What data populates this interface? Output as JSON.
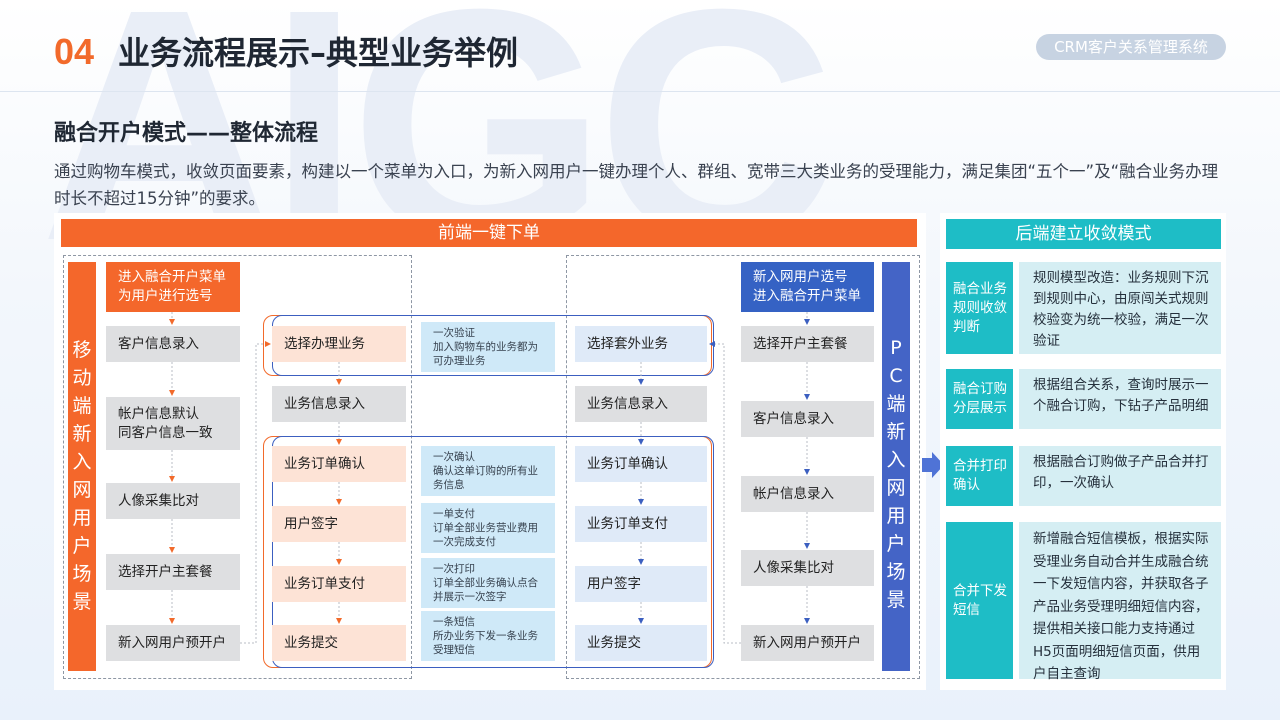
{
  "header": {
    "number": "04",
    "title": "业务流程展示–典型业务举例",
    "badge": "CRM客户关系管理系统"
  },
  "section": {
    "subtitle": "融合开户模式——整体流程",
    "description": "通过购物车模式，收敛页面要素，构建以一个菜单为入口，为新入网用户一键办理个人、群组、宽带三大类业务的受理能力，满足集团“五个一”及“融合业务办理时长不超过15分钟”的要求。"
  },
  "frontend": {
    "title": "前端一键下单",
    "mobile": {
      "side_label": "移动端新入网用户场景",
      "entry": "进入融合开户菜单\n为用户进行选号",
      "steps": [
        "客户信息录入",
        "帐户信息默认\n同客户信息一致",
        "人像采集比对",
        "选择开户主套餐",
        "新入网用户预开户"
      ]
    },
    "middle_left": [
      "选择办理业务",
      "业务信息录入",
      "业务订单确认",
      "用户签字",
      "业务订单支付",
      "业务提交"
    ],
    "notes": [
      "一次验证\n加入购物车的业务都为\n可办理业务",
      "一次确认\n确认这单订购的所有业\n务信息",
      "一单支付\n订单全部业务营业费用\n一次完成支付",
      "一次打印\n订单全部业务确认点合\n并展示一次签字",
      "一条短信\n所办业务下发一条业务\n受理短信"
    ],
    "middle_right": [
      "选择套外业务",
      "业务信息录入",
      "业务订单确认",
      "业务订单支付",
      "用户签字",
      "业务提交"
    ],
    "pc": {
      "side_label": "PC端新入网用户场景",
      "entry": "新入网用户选号\n进入融合开户菜单",
      "steps": [
        "选择开户主套餐",
        "客户信息录入",
        "帐户信息录入",
        "人像采集比对",
        "新入网用户预开户"
      ]
    }
  },
  "backend": {
    "title": "后端建立收敛模式",
    "rows": [
      {
        "label": "融合业务\n规则收敛\n判断",
        "text": "规则模型改造：业务规则下沉到规则中心，由原闯关式规则校验变为统一校验，满足一次验证"
      },
      {
        "label": "融合订购\n分层展示",
        "text": "根据组合关系，查询时展示一个融合订购，下钻子产品明细"
      },
      {
        "label": "合并打印\n确认",
        "text": "根据融合订购做子产品合并打印，一次确认"
      },
      {
        "label": "合并下发\n短信",
        "text": "新增融合短信模板，根据实际受理业务自动合并生成融合统一下发短信内容，并获取各子产品业务受理明细短信内容，提供相关接口能力支持通过H5页面明细短信页面，供用户自主查询"
      }
    ]
  },
  "colors": {
    "accent_orange": "#f4672b",
    "accent_blue": "#3562c4",
    "accent_teal": "#1ebdc6"
  }
}
